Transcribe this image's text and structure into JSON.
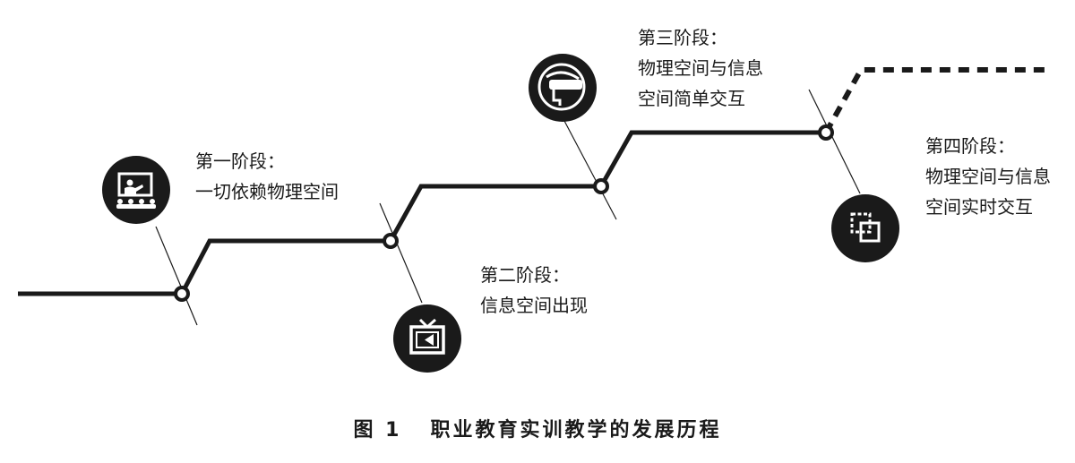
{
  "stages": [
    {
      "title": "第一阶段：",
      "desc": [
        "一切依赖物理空间"
      ],
      "icon": "classroom-presentation-icon"
    },
    {
      "title": "第二阶段：",
      "desc": [
        "信息空间出现"
      ],
      "icon": "television-icon"
    },
    {
      "title": "第三阶段：",
      "desc": [
        "物理空间与信息",
        "空间简单交互"
      ],
      "icon": "vr-headset-icon"
    },
    {
      "title": "第四阶段：",
      "desc": [
        "物理空间与信息",
        "空间实时交互"
      ],
      "icon": "linked-squares-icon"
    }
  ],
  "caption": {
    "number": "图 1",
    "text": "职业教育实训教学的发展历程"
  },
  "colors": {
    "line": "#1a1a1a",
    "icon_bg": "#1a1a1a",
    "icon_fg": "#ffffff",
    "background": "#ffffff"
  }
}
